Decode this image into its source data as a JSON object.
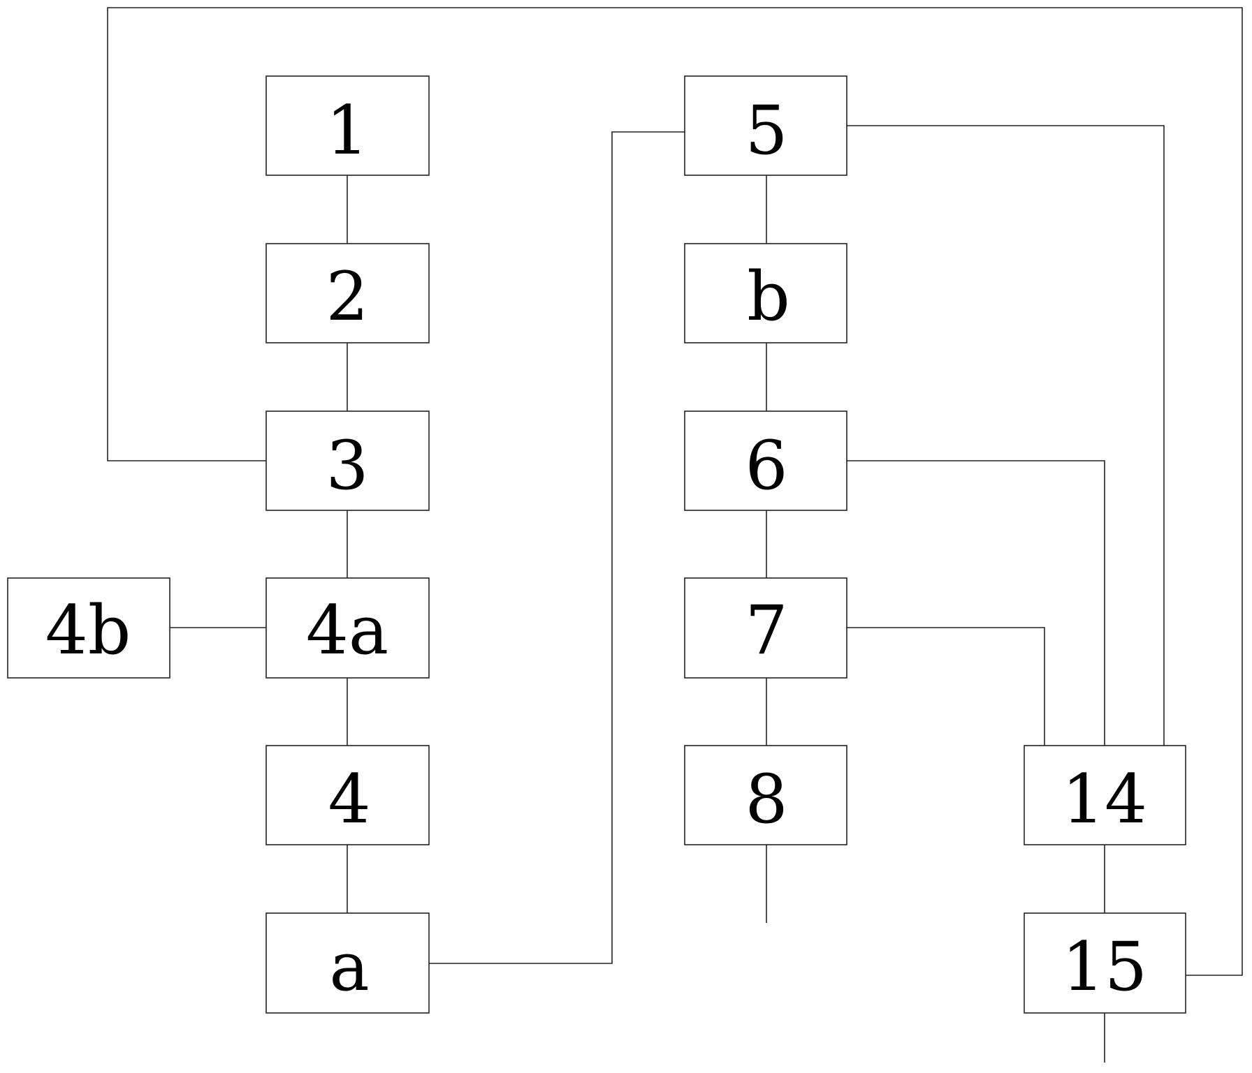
{
  "diagram": {
    "blocks": {
      "b1": "1",
      "b2": "2",
      "b3": "3",
      "b4a": "4a",
      "b4b": "4b",
      "b4": "4",
      "ba": "a",
      "b5": "5",
      "bb": "b",
      "b6": "6",
      "b7": "7",
      "b8": "8",
      "b14": "14",
      "b15": "15"
    },
    "connections": [
      [
        "1",
        "2"
      ],
      [
        "2",
        "3"
      ],
      [
        "3",
        "4a"
      ],
      [
        "4b",
        "4a"
      ],
      [
        "4a",
        "4"
      ],
      [
        "4",
        "a"
      ],
      [
        "a",
        "5"
      ],
      [
        "5",
        "b"
      ],
      [
        "b",
        "6"
      ],
      [
        "6",
        "7"
      ],
      [
        "7",
        "8"
      ],
      [
        "5",
        "14"
      ],
      [
        "6",
        "14"
      ],
      [
        "7",
        "14"
      ],
      [
        "14",
        "15"
      ],
      [
        "15",
        "3"
      ]
    ]
  }
}
